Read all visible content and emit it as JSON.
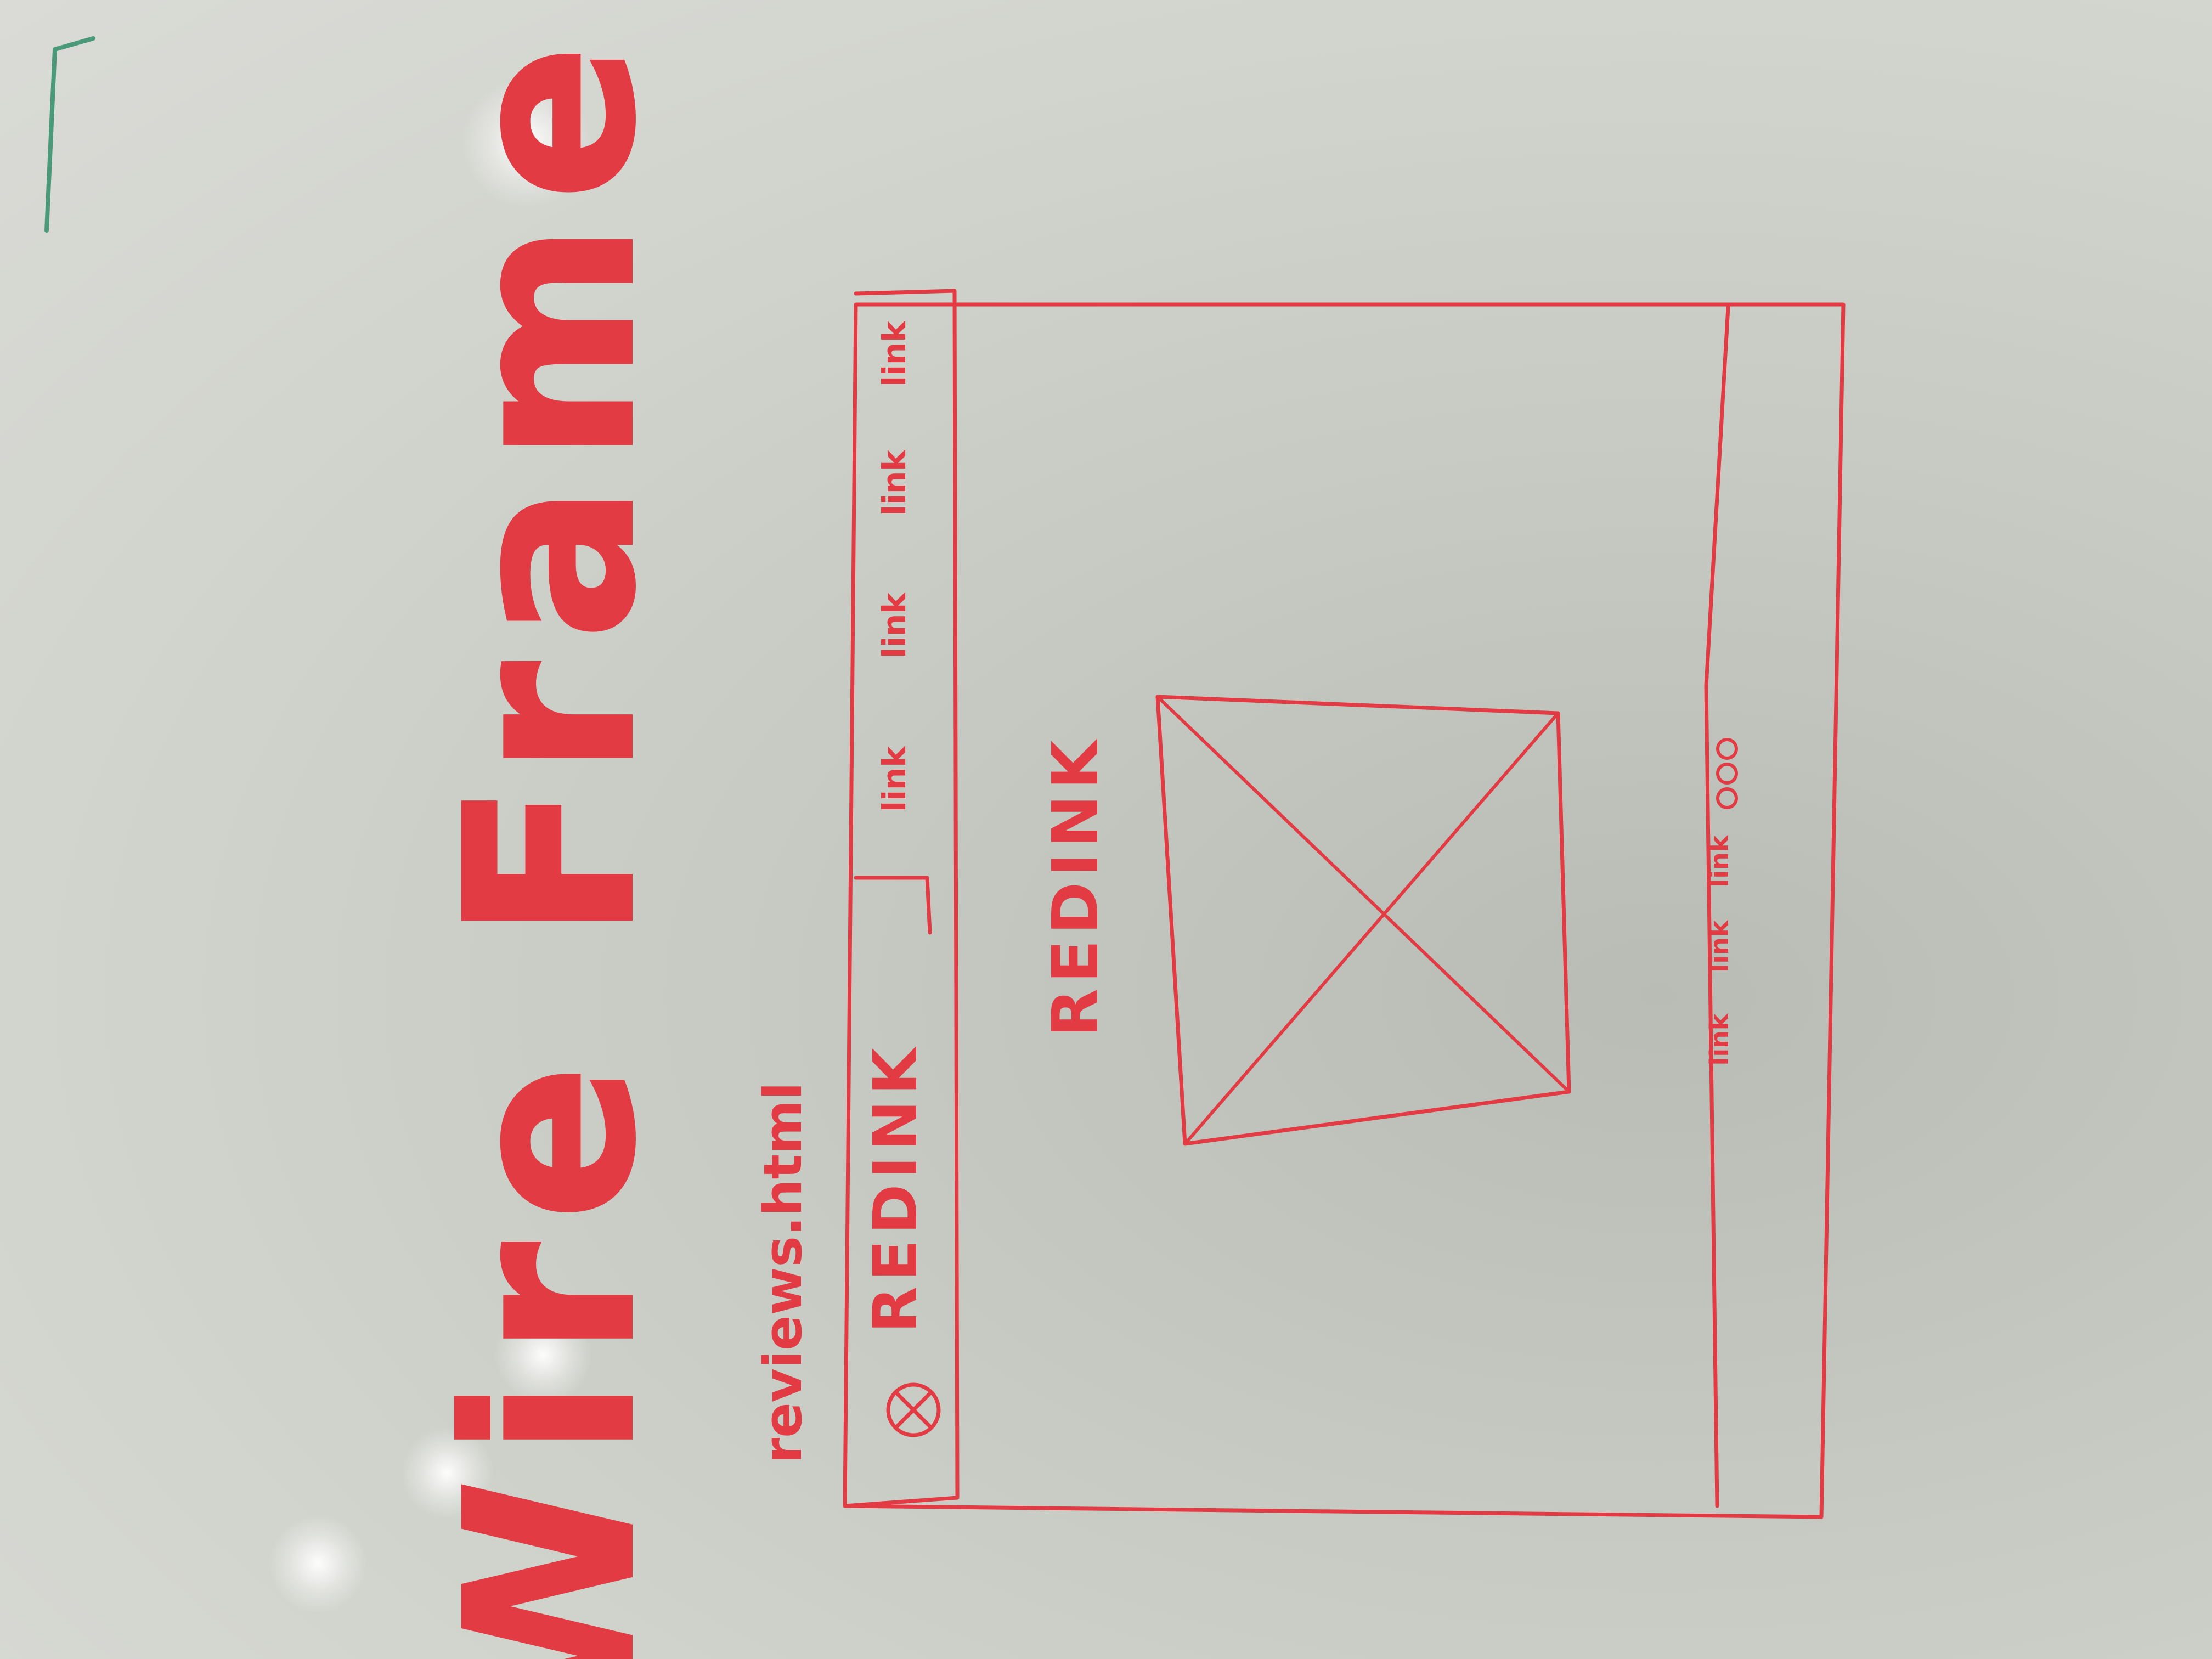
{
  "heading": "Wire Frame",
  "filename": "reviews.html",
  "header": {
    "brand": "REDINK",
    "nav_links": [
      "link",
      "link",
      "link",
      "link"
    ]
  },
  "main": {
    "title": "REDINK",
    "image_placeholder": "image"
  },
  "footer": {
    "links": [
      "link",
      "link",
      "link"
    ]
  },
  "colors": {
    "ink": "#e23b43",
    "board": "#d2d4ce"
  },
  "icons": {
    "logo": "circle-x-icon",
    "social": [
      "circle-icon",
      "circle-icon",
      "circle-icon"
    ]
  }
}
